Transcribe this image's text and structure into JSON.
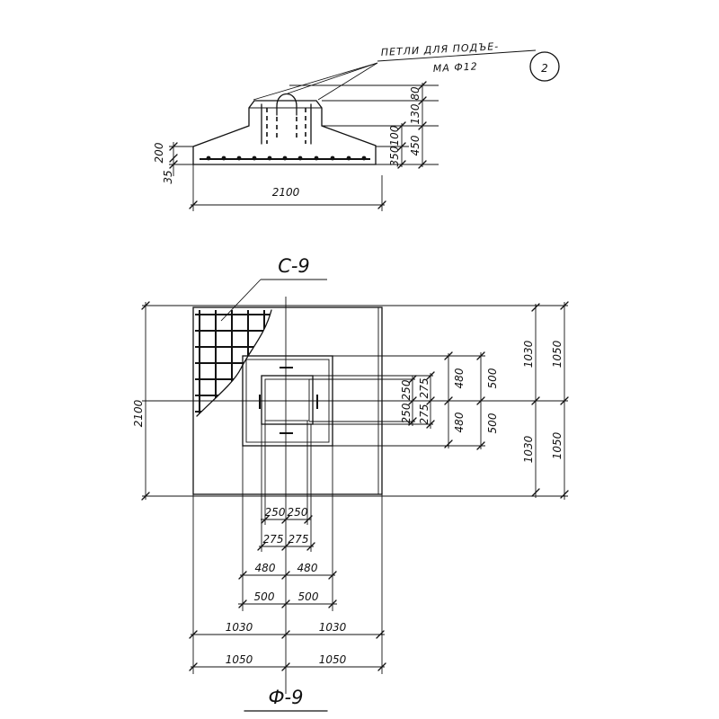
{
  "title": "Ф-9",
  "mesh_label": "С-9",
  "callout": {
    "line1": "ПЕТЛИ ДЛЯ ПОДЪЕ-",
    "line2": "МА Ф12"
  },
  "sheet_ref": "2",
  "section": {
    "width": "2100",
    "slab_edge": "200",
    "bottom_cover": "35",
    "d350": "350",
    "d100": "100",
    "d450": "450",
    "d130": "130",
    "d80": "80"
  },
  "plan": {
    "left_overall": "2100",
    "right": {
      "upper": {
        "d250": "250",
        "d275": "275",
        "d480": "480",
        "d500": "500",
        "d1030": "1030",
        "d1050": "1050"
      },
      "lower": {
        "d250": "250",
        "d275": "275",
        "d480": "480",
        "d500": "500",
        "d1030": "1030",
        "d1050": "1050"
      }
    },
    "bottom": {
      "d250": [
        "250",
        "250"
      ],
      "d275": [
        "275",
        "275"
      ],
      "d480": [
        "480",
        "480"
      ],
      "d500": [
        "500",
        "500"
      ],
      "d1030": [
        "1030",
        "1030"
      ],
      "d1050": [
        "1050",
        "1050"
      ]
    }
  }
}
